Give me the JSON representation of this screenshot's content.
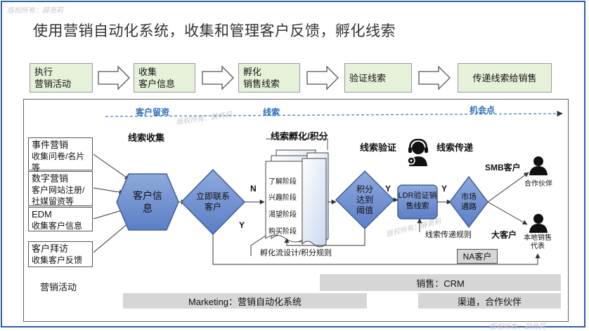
{
  "title": "使用营销自动化系统，收集和管理客户反馈，孵化线索",
  "watermark": "版权所有：薛亮莉",
  "top_flow": [
    {
      "line1": "执行",
      "line2": "营销活动"
    },
    {
      "line1": "收集",
      "line2": "客户信息"
    },
    {
      "line1": "孵化",
      "line2": "销售线索"
    },
    {
      "line1": "验证线索",
      "line2": ""
    },
    {
      "line1": "传递线索给销售",
      "line2": ""
    }
  ],
  "phases": {
    "p1": "客户留资",
    "p2": "线索",
    "p3": "机会点"
  },
  "headers": {
    "collect": "线索收集",
    "nurture": "线索孵化/积分",
    "verify": "线索验证",
    "deliver": "线索传递"
  },
  "sources": [
    {
      "title": "事件营销",
      "desc": "收集问卷/名片等"
    },
    {
      "title": "数字营销",
      "desc": "客户网站注册/社媒留资等"
    },
    {
      "title": "EDM",
      "desc": "收集客户信息"
    },
    {
      "title": "客户拜访",
      "desc": "收集客户反馈"
    }
  ],
  "nodes": {
    "customer_info": "客户信息",
    "contact_now": "立即联系客户",
    "score_reached": "积分达到阈值",
    "ldr": "LDR验证销售线索",
    "market": "市场通路"
  },
  "stages": [
    "了解阶段",
    "兴趣阶段",
    "渴望阶段",
    "购买阶段"
  ],
  "edge_labels": {
    "n": "N",
    "y1": "Y",
    "y2": "Y",
    "y3": "Y"
  },
  "rules": {
    "nurture": "孵化流设计/积分规则",
    "deliver": "线索传递规则"
  },
  "na_client": "NA客户",
  "customers": {
    "smb": "SMB客户",
    "partner": "合作伙伴",
    "large": "大客户",
    "local_sales": "本地销售代表"
  },
  "bottom": {
    "marketing_activity": "营销活动",
    "sales_crm": "销售：CRM",
    "marketing_system": "Marketing：营销自动化系统",
    "channel": "渠道，合作伙伴"
  }
}
